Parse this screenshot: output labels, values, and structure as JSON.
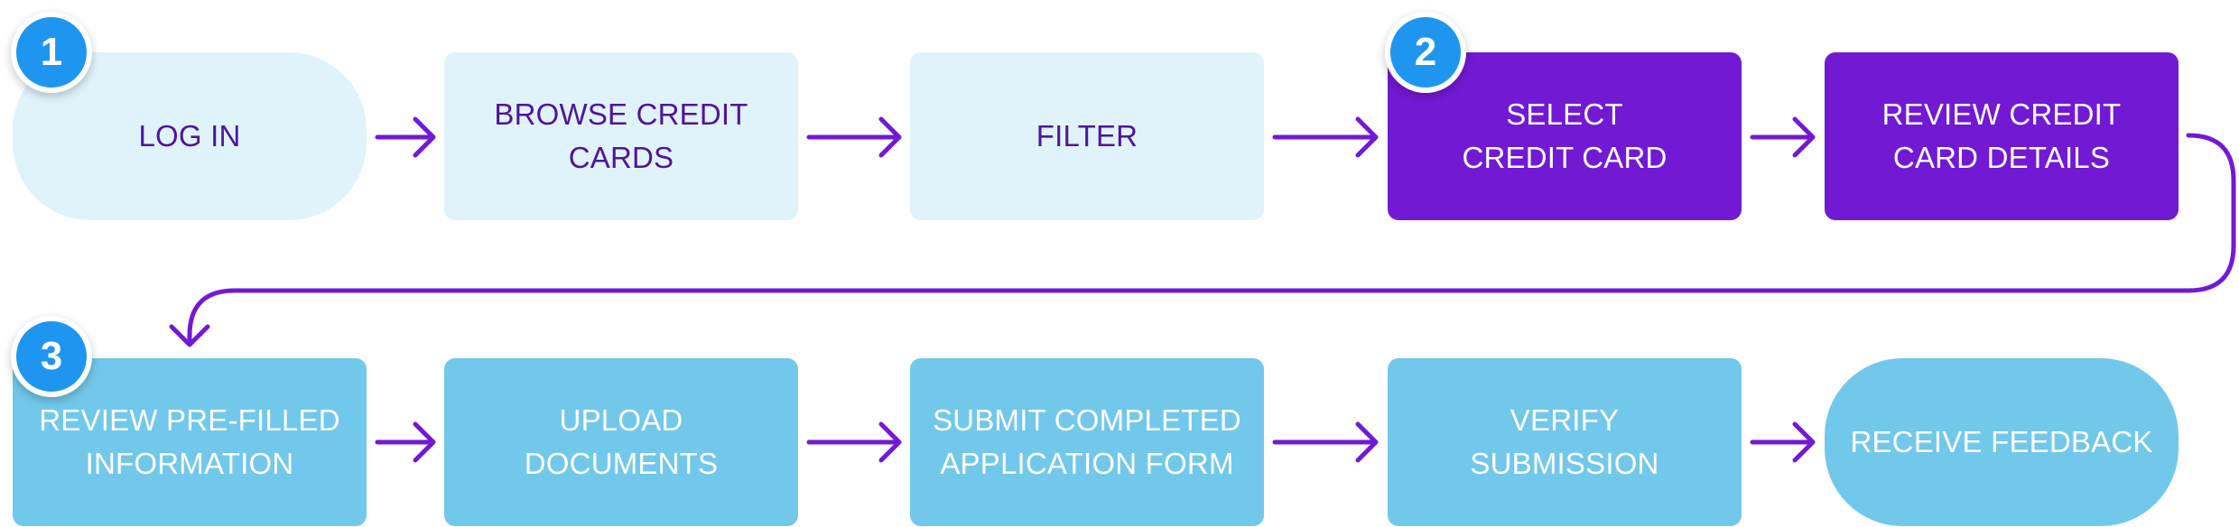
{
  "colors": {
    "connector": "#7219d4",
    "stage1_fill": "#e0f3fb",
    "stage1_text": "#4f159b",
    "stage2_fill": "#7219d4",
    "stage3_fill": "#72c8ea",
    "badge_fill": "#1e96f0"
  },
  "badges": [
    "1",
    "2",
    "3"
  ],
  "row1": [
    {
      "label": "LOG IN",
      "shape": "terminal"
    },
    {
      "label": "BROWSE CREDIT\nCARDS",
      "shape": "process"
    },
    {
      "label": "FILTER",
      "shape": "process"
    },
    {
      "label": "SELECT\nCREDIT CARD",
      "shape": "process"
    },
    {
      "label": "REVIEW CREDIT\nCARD DETAILS",
      "shape": "process"
    }
  ],
  "row2": [
    {
      "label": "REVIEW PRE-FILLED\nINFORMATION",
      "shape": "process"
    },
    {
      "label": "UPLOAD DOCUMENTS",
      "shape": "process"
    },
    {
      "label": "SUBMIT COMPLETED\nAPPLICATION FORM",
      "shape": "process"
    },
    {
      "label": "VERIFY\nSUBMISSION",
      "shape": "process"
    },
    {
      "label": "RECEIVE FEEDBACK",
      "shape": "terminal"
    }
  ],
  "edges": [
    {
      "from": "LOG IN",
      "to": "BROWSE CREDIT\nCARDS"
    },
    {
      "from": "BROWSE CREDIT\nCARDS",
      "to": "FILTER"
    },
    {
      "from": "FILTER",
      "to": "SELECT\nCREDIT CARD"
    },
    {
      "from": "SELECT\nCREDIT CARD",
      "to": "REVIEW CREDIT\nCARD DETAILS"
    },
    {
      "from": "REVIEW CREDIT\nCARD DETAILS",
      "to": "REVIEW PRE-FILLED\nINFORMATION"
    },
    {
      "from": "REVIEW PRE-FILLED\nINFORMATION",
      "to": "UPLOAD DOCUMENTS"
    },
    {
      "from": "UPLOAD DOCUMENTS",
      "to": "SUBMIT COMPLETED\nAPPLICATION FORM"
    },
    {
      "from": "SUBMIT COMPLETED\nAPPLICATION FORM",
      "to": "VERIFY\nSUBMISSION"
    },
    {
      "from": "VERIFY\nSUBMISSION",
      "to": "RECEIVE FEEDBACK"
    }
  ]
}
